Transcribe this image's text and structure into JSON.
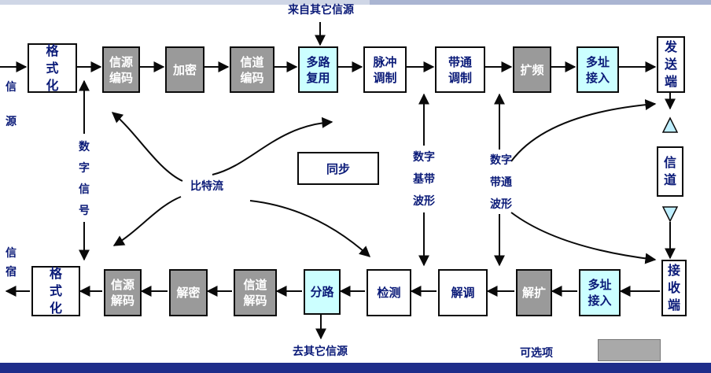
{
  "tx_chain": [
    {
      "id": "format_tx",
      "label": "格\n式\n化",
      "style": "white"
    },
    {
      "id": "src_enc",
      "label": "信源\n编码",
      "style": "gray"
    },
    {
      "id": "encrypt",
      "label": "加密",
      "style": "gray"
    },
    {
      "id": "chan_enc",
      "label": "信道\n编码",
      "style": "gray"
    },
    {
      "id": "mux",
      "label": "多路\n复用",
      "style": "cyan"
    },
    {
      "id": "pulse_mod",
      "label": "脉冲\n调制",
      "style": "white"
    },
    {
      "id": "bp_mod",
      "label": "带通\n调制",
      "style": "white"
    },
    {
      "id": "spread",
      "label": "扩频",
      "style": "gray"
    },
    {
      "id": "ma_tx",
      "label": "多址\n接入",
      "style": "cyan"
    },
    {
      "id": "xmit",
      "label": "发\n送\n端",
      "style": "white"
    }
  ],
  "rx_chain": [
    {
      "id": "format_rx",
      "label": "格\n式\n化",
      "style": "white"
    },
    {
      "id": "src_dec",
      "label": "信源\n解码",
      "style": "gray"
    },
    {
      "id": "decrypt",
      "label": "解密",
      "style": "gray"
    },
    {
      "id": "chan_dec",
      "label": "信道\n解码",
      "style": "gray"
    },
    {
      "id": "demux",
      "label": "分路",
      "style": "cyan"
    },
    {
      "id": "detect",
      "label": "检测",
      "style": "white"
    },
    {
      "id": "demod",
      "label": "解调",
      "style": "white"
    },
    {
      "id": "despread",
      "label": "解扩",
      "style": "gray"
    },
    {
      "id": "ma_rx",
      "label": "多址\n接入",
      "style": "cyan"
    },
    {
      "id": "recv",
      "label": "接\n收\n端",
      "style": "white"
    }
  ],
  "channel": {
    "label": "信\n道"
  },
  "sync": {
    "label": "同步"
  },
  "labels": {
    "from_other_sources": "来自其它信源",
    "to_other_sinks": "去其它信源",
    "source": "信\n\n源",
    "sink": "信\n宿",
    "digital_signal": "数\n字\n信\n号",
    "bitstream": "比特流",
    "baseband": "数字\n基带\n波形",
    "bandpass": "数字\n带通\n波形",
    "optional": "可选项"
  },
  "colors": {
    "text": "#0a1a78",
    "gray_box": "#9a9a9a",
    "cyan_box": "#ccffff",
    "bottom_bar": "#1f2d8a"
  }
}
